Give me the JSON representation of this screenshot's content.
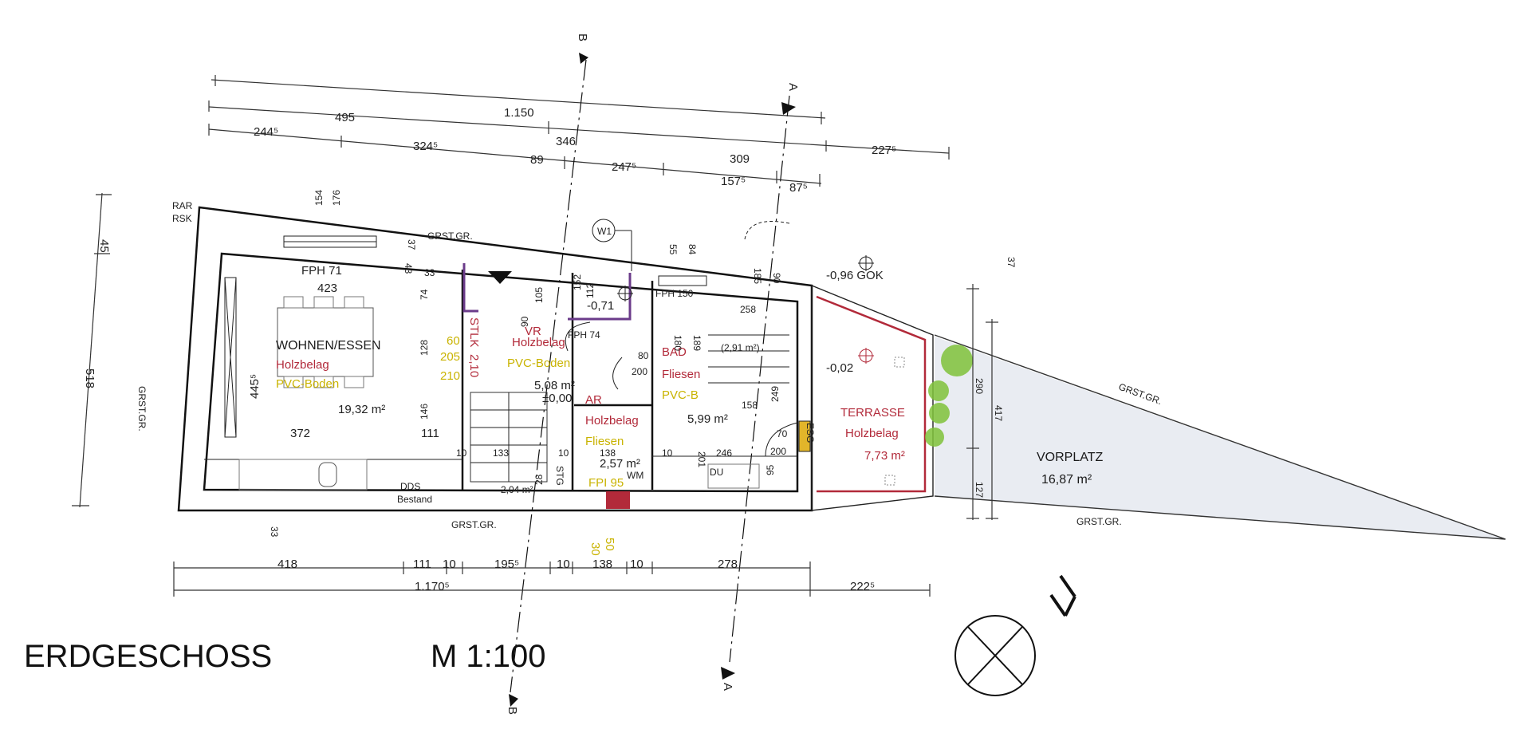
{
  "title": "ERDGESCHOSS",
  "scale": "M 1:100",
  "sections": {
    "b_top": "B",
    "b_bottom": "B",
    "a_top": "A",
    "a_bottom": "A"
  },
  "top_dims": {
    "row1": "1.150",
    "row2": [
      "495",
      "346",
      "309",
      "227⁵"
    ],
    "row3": [
      "244⁵",
      "324⁵",
      "89",
      "247⁵",
      "157⁵",
      "87⁵"
    ]
  },
  "bottom_dims": {
    "row1": [
      "418",
      "111",
      "10",
      "195⁵",
      "10",
      "138",
      "10",
      "278"
    ],
    "row2": [
      "1.170⁵",
      "222⁵"
    ]
  },
  "left_dims": [
    "45",
    "518"
  ],
  "labels": {
    "rar": "RAR",
    "rsk": "RSK",
    "grst_gr": "GRST.GR.",
    "fph71": "FPH 71",
    "d423": "423",
    "fph74": "FPH 74",
    "fph150": "FPH 150",
    "w1": "W1",
    "gok": "-0,96 GOK",
    "lvl071": "-0,71",
    "lvl002": "-0,02",
    "lvl000": "±0,00",
    "vr": "VR",
    "stlk": "STLK",
    "v210": "2,10",
    "dds": "DDS",
    "bestand": "Bestand",
    "stg": "STG",
    "wm": "WM",
    "esg": "ESG",
    "du": "DU",
    "fpi": "FPI 95",
    "area291": "(2,91 m²)",
    "area204": "2,04 m²"
  },
  "rooms": {
    "wohnen": {
      "name": "WOHNEN/ESSEN",
      "floor1": "Holzbelag",
      "floor2": "PVC-Boden",
      "area": "19,32 m²"
    },
    "vr": {
      "floor1": "Holzbelag",
      "floor2": "PVC-Boden",
      "area": "5,08 m²"
    },
    "ar": {
      "name": "AR",
      "floor1": "Holzbelag",
      "floor2": "Fliesen",
      "area": "2,57 m²"
    },
    "bad": {
      "name": "BAD",
      "floor1": "Fliesen",
      "floor2": "PVC-B",
      "area": "5,99 m²"
    },
    "terrasse": {
      "name": "TERRASSE",
      "floor": "Holzbelag",
      "area": "7,73 m²"
    },
    "vorplatz": {
      "name": "VORPLATZ",
      "area": "16,87 m²"
    }
  },
  "inner_dims": [
    "33",
    "74",
    "128",
    "146",
    "372",
    "111",
    "10",
    "133",
    "10",
    "138",
    "10",
    "246",
    "80",
    "200",
    "180",
    "189",
    "158",
    "249",
    "55",
    "84",
    "185",
    "90",
    "70",
    "200",
    "95",
    "201",
    "290",
    "417",
    "127",
    "37",
    "43",
    "37",
    "154",
    "176",
    "258",
    "112",
    "152",
    "90",
    "105",
    "445⁵",
    "60",
    "205",
    "210",
    "33",
    "50",
    "30",
    "28"
  ],
  "colors": {
    "wall": "#111111",
    "red": "#b22a3a",
    "yellow": "#c9b300",
    "green": "#7fc23a",
    "grey": "#dfe3ea"
  }
}
